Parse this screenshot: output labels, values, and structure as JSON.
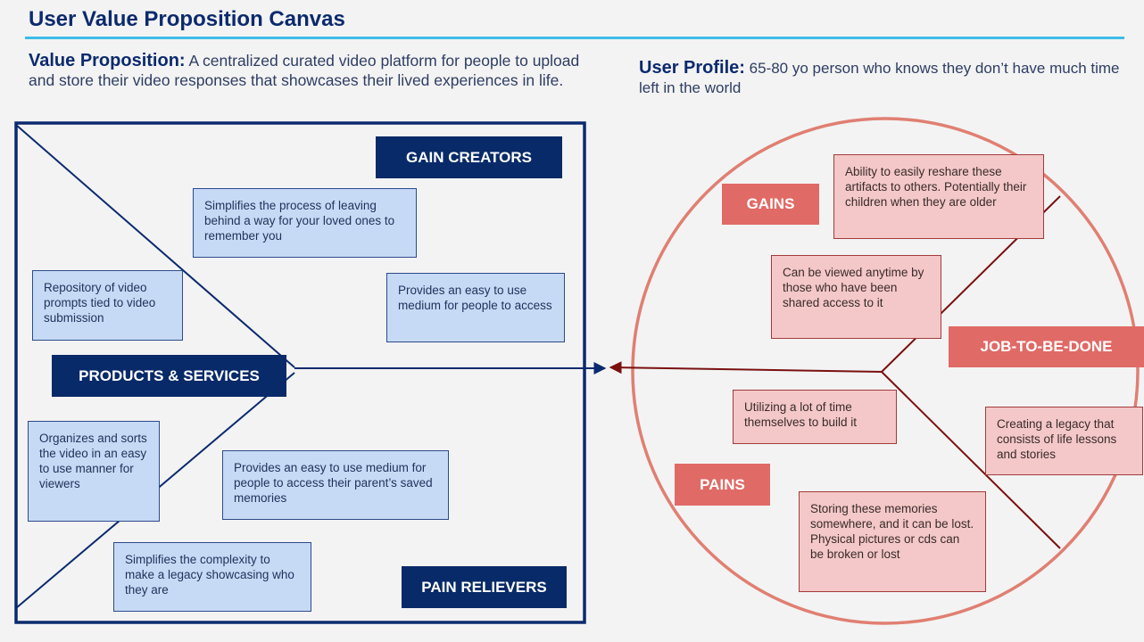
{
  "title": "User Value Proposition Canvas",
  "value_proposition": {
    "label": "Value Proposition:",
    "text": " A centralized curated video platform for people to upload and store their video responses that showcases their lived experiences in life."
  },
  "user_profile": {
    "label": "User Profile:",
    "text": " 65-80 yo person who knows they don’t have much time left in the world"
  },
  "product_side": {
    "gain_creators_label": "GAIN CREATORS",
    "products_services_label": "PRODUCTS & SERVICES",
    "pain_relievers_label": "PAIN RELIEVERS",
    "gain_creator_notes": [
      "Simplifies the process of leaving behind a way for your loved ones to remember you",
      "Provides an easy to use medium for people to access"
    ],
    "product_notes": [
      "Repository of video prompts tied to video submission",
      "Organizes and sorts the video in an easy to use manner for viewers"
    ],
    "pain_reliever_notes": [
      "Provides an easy to use medium for people to access their parent’s saved memories",
      "Simplifies the complexity to make a legacy showcasing who they are"
    ]
  },
  "customer_side": {
    "gains_label": "GAINS",
    "job_label": "JOB-TO-BE-DONE",
    "pains_label": "PAINS",
    "gain_notes": [
      "Ability to easily reshare these artifacts to others. Potentially their children when they are older",
      "Can be viewed anytime by those who have been shared access to it"
    ],
    "job_notes": [
      "Creating a legacy that consists of life lessons and stories"
    ],
    "pain_notes": [
      "Utilizing a lot of time themselves to build it",
      "Storing these memories somewhere, and it can be lost. Physical pictures or cds can be broken or lost"
    ]
  },
  "colors": {
    "navy": "#082a68",
    "note_blue": "#c7daf5",
    "coral": "#e06a66",
    "note_pink": "#f4c8c8",
    "circle": "#e07f72",
    "arrow_red": "#7a1010",
    "rule": "#3dbde6"
  }
}
